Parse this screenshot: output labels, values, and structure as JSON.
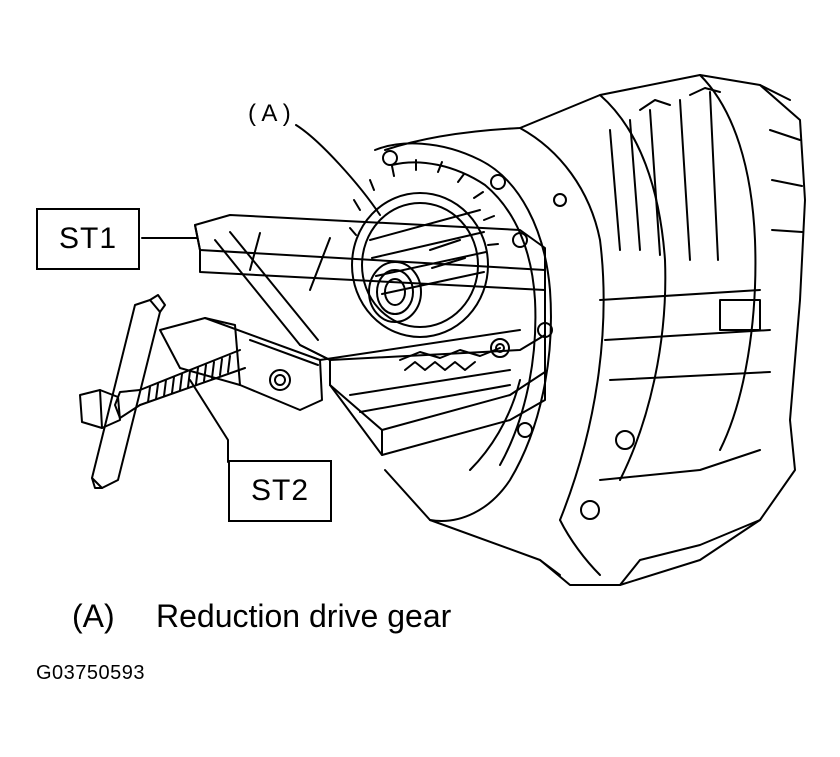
{
  "callouts": {
    "st1": "ST1",
    "st2": "ST2",
    "a_marker": "( A )"
  },
  "caption": {
    "key": "(A)",
    "text": "Reduction drive gear"
  },
  "figure_id": "G03750593"
}
